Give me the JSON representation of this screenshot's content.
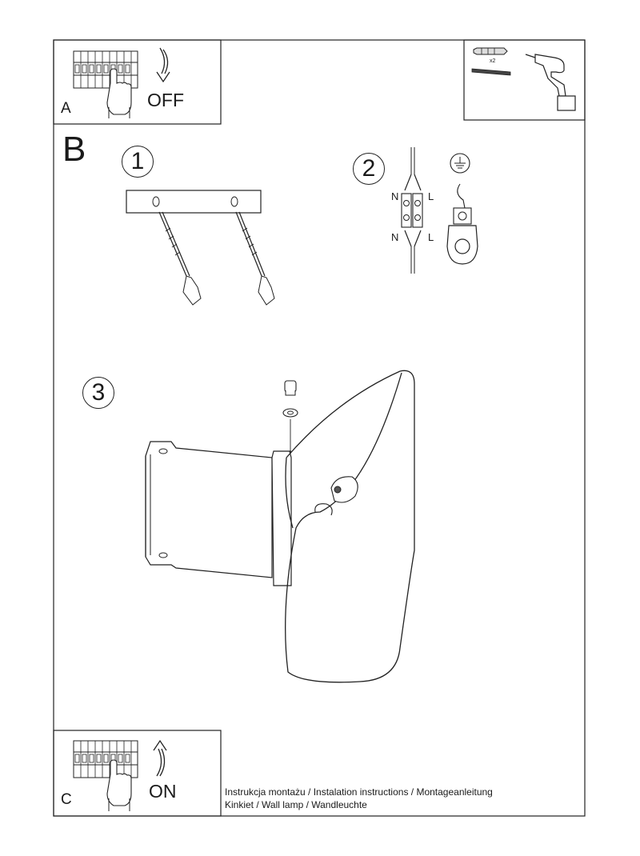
{
  "panels": {
    "a_label": "A",
    "a_action": "OFF",
    "b_label": "B",
    "c_label": "C",
    "c_action": "ON"
  },
  "tools": {
    "quantity_label": "x2",
    "items": [
      "wall-plug-icon",
      "screw-icon",
      "drill-icon"
    ]
  },
  "steps": [
    {
      "number": "1"
    },
    {
      "number": "2",
      "terminal_left": "N",
      "terminal_right": "L",
      "terminal_left_bottom": "N",
      "terminal_right_bottom": "L"
    },
    {
      "number": "3"
    }
  ],
  "footer": {
    "line1": "Instrukcja montażu / Instalation instructions / Montageanleitung",
    "line2": "Kinkiet  / Wall lamp / Wandleuchte"
  }
}
